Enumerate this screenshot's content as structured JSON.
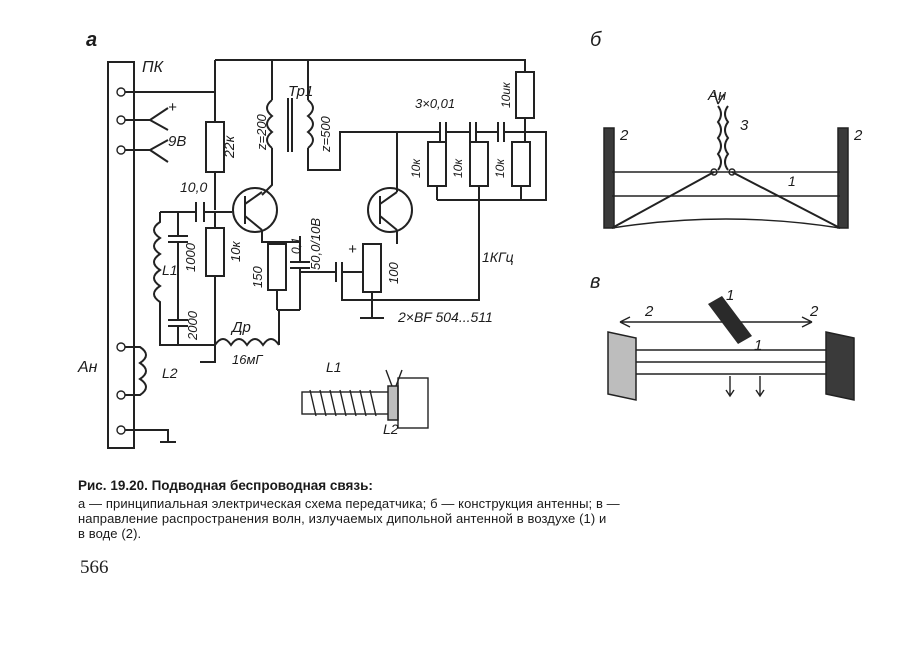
{
  "panels": {
    "a_label": "а",
    "b_label": "б",
    "v_label": "в"
  },
  "schematic": {
    "pk": "ПК",
    "supply": "9В",
    "plus": "+",
    "r1": "22к",
    "tr1": "Тр1",
    "z1": "z=200",
    "z2": "z=500",
    "c_couple": "10,0",
    "c_chain": "3×0,01",
    "r_top": "10ик",
    "r_chain1": "10к",
    "r_chain2": "10к",
    "r_chain3": "10к",
    "c_1000": "1000",
    "r_bias": "10к",
    "r_150": "150",
    "c_01": "0,1",
    "c_electro": "50,0/10В",
    "c_plus": "+",
    "r_100": "100",
    "freq": "1КГц",
    "l1": "L1",
    "c_2000": "2000",
    "choke": "Др",
    "choke_val": "16мГ",
    "transistors": "2×BF 504...511",
    "antenna": "Ан",
    "l2": "L2",
    "inset_l1": "L1",
    "inset_l2": "L2"
  },
  "antenna_panel": {
    "an": "Ан",
    "n3": "3",
    "n2_left": "2",
    "n2_right": "2",
    "n1": "1"
  },
  "propagation_panel": {
    "n2_left": "2",
    "n2_right": "2",
    "n1_top": "1",
    "n1_bottom": "1"
  },
  "caption": {
    "title": "Рис. 19.20. Подводная беспроводная связь:",
    "line1": "а — принципиальная электрическая схема передатчика; б — конструкция антенны; в —",
    "line2": "направление распространения волн, излучаемых дипольной антенной в воздухе (1) и",
    "line3": "в воде (2)."
  },
  "page_number": "566"
}
